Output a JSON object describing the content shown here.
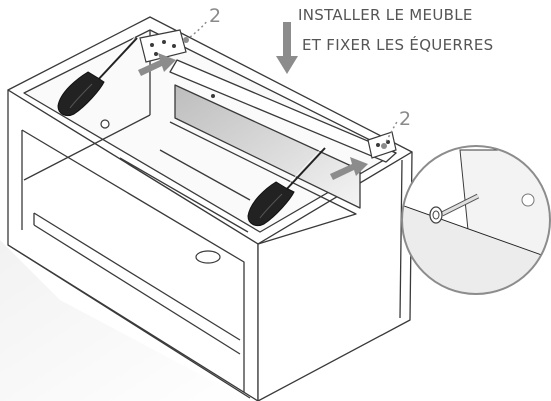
{
  "instruction": {
    "line1": "INSTALLER LE MEUBLE",
    "line2": "ET FIXER LES ÉQUERRES"
  },
  "callouts": {
    "left_count": "2",
    "right_count": "2"
  },
  "colors": {
    "line": "#3a3a3a",
    "arrow": "#8c8c8c",
    "screwdriver_handle": "#222222",
    "shadow_gray": "#e8e8e8",
    "text": "#555555"
  },
  "icons": {
    "screwdriver": "screwdriver-icon",
    "down_arrow": "down-arrow-icon",
    "push_arrow": "push-arrow-icon",
    "magnifier": "detail-magnifier-icon"
  }
}
